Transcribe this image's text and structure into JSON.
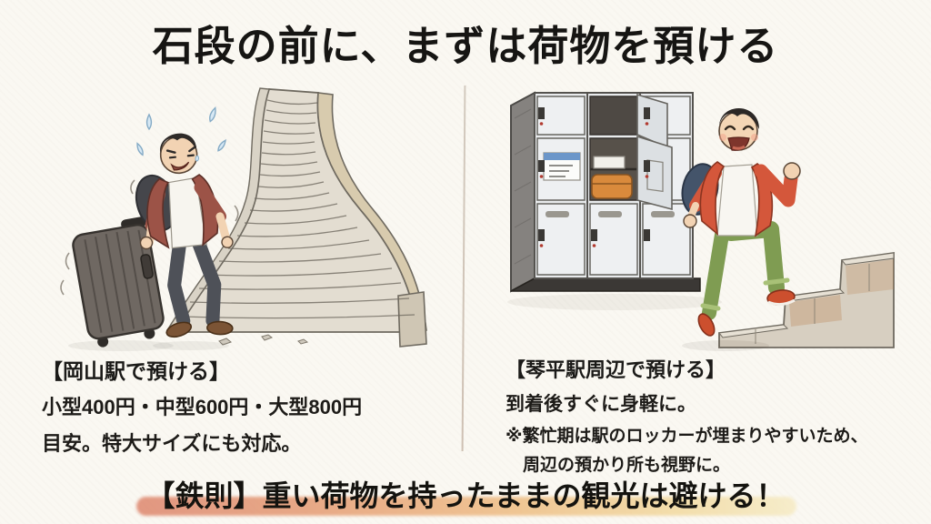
{
  "page": {
    "title": "石段の前に、まずは荷物を預ける",
    "background_color": "#faf8f2",
    "text_color": "#1d1b18",
    "divider_color": "#b3a18f"
  },
  "left_panel": {
    "illustration": "tired-traveler-dragging-suitcase-before-long-winding-stone-stairs",
    "heading": "【岡山駅で預ける】",
    "lines": [
      "小型400円・中型600円・大型800円",
      "目安。特大サイズにも対応。"
    ]
  },
  "right_panel": {
    "illustration": "relieved-traveler-climbing-stone-steps-after-leaving-luggage-in-coin-lockers",
    "heading": "【琴平駅周辺で預ける】",
    "lines": [
      "到着後すぐに身軽に。"
    ],
    "notes": [
      "※繁忙期は駅のロッカーが埋まりやすいため、",
      "周辺の預かり所も視野に。"
    ]
  },
  "footer": {
    "rule_text": "【鉄則】重い荷物を持ったままの観光は避ける！",
    "highlight_start_color": "#e08f78",
    "highlight_end_color": "#f6ecc8"
  }
}
